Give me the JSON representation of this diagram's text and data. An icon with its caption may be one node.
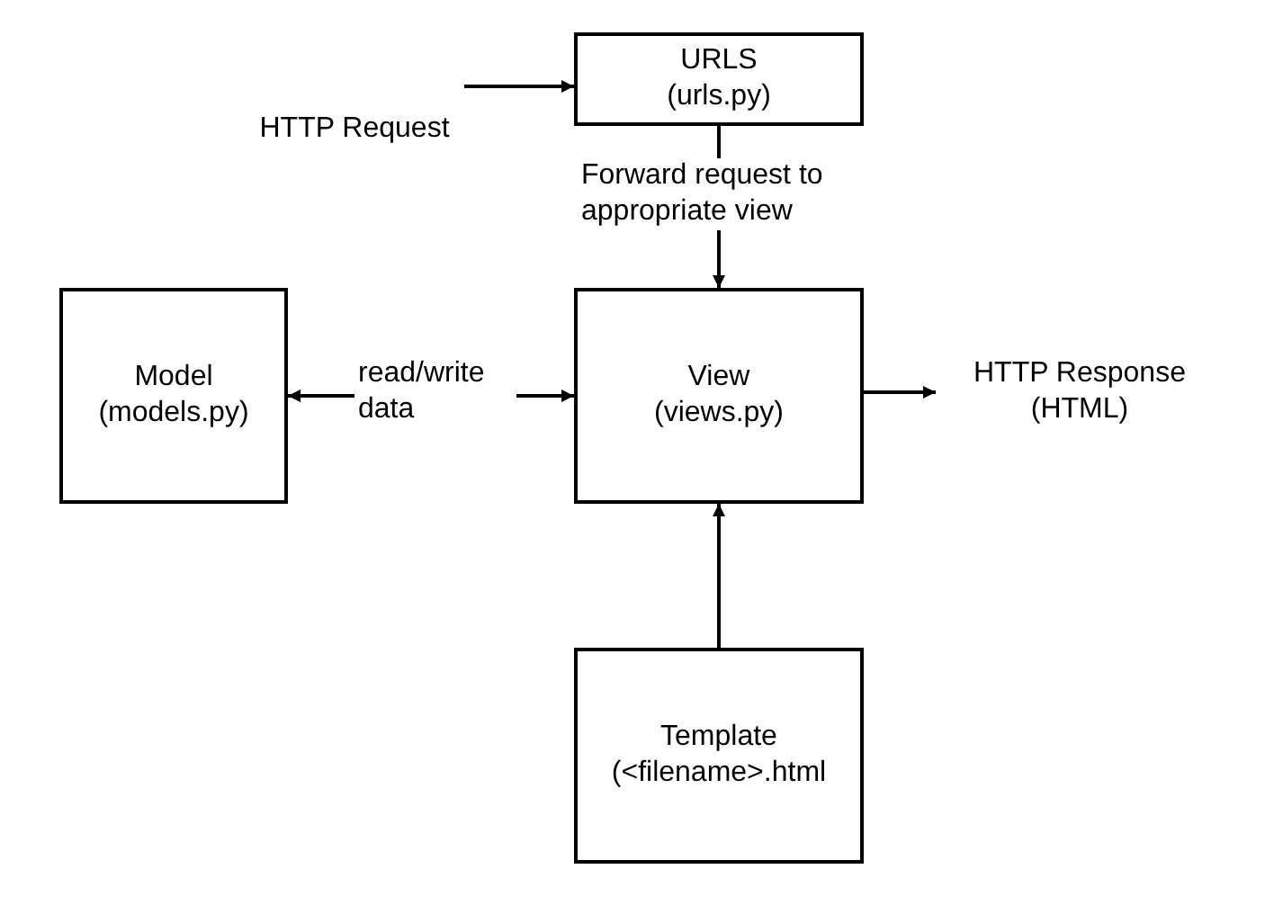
{
  "diagram": {
    "nodes": [
      {
        "text": [
          "HTTP Request"
        ]
      },
      {
        "text": [
          "URLS",
          "(urls.py)"
        ]
      },
      {
        "text": [
          "Model",
          "(models.py)"
        ]
      },
      {
        "text": [
          "View",
          "(views.py)"
        ]
      },
      {
        "text": [
          "HTTP Response (HTML)"
        ]
      },
      {
        "text": [
          "Template",
          "(<filename>.html"
        ]
      }
    ],
    "edges": [
      {
        "from": 0,
        "to": 1,
        "arrow": "to"
      },
      {
        "from": 1,
        "to": 3,
        "arrow": "to",
        "label": "Forward request to appropriate view"
      },
      {
        "from": 2,
        "to": 3,
        "arrow": "both",
        "label": "read/write data"
      },
      {
        "from": 3,
        "to": 4,
        "arrow": "to"
      },
      {
        "from": 5,
        "to": 3,
        "arrow": "to"
      }
    ]
  }
}
